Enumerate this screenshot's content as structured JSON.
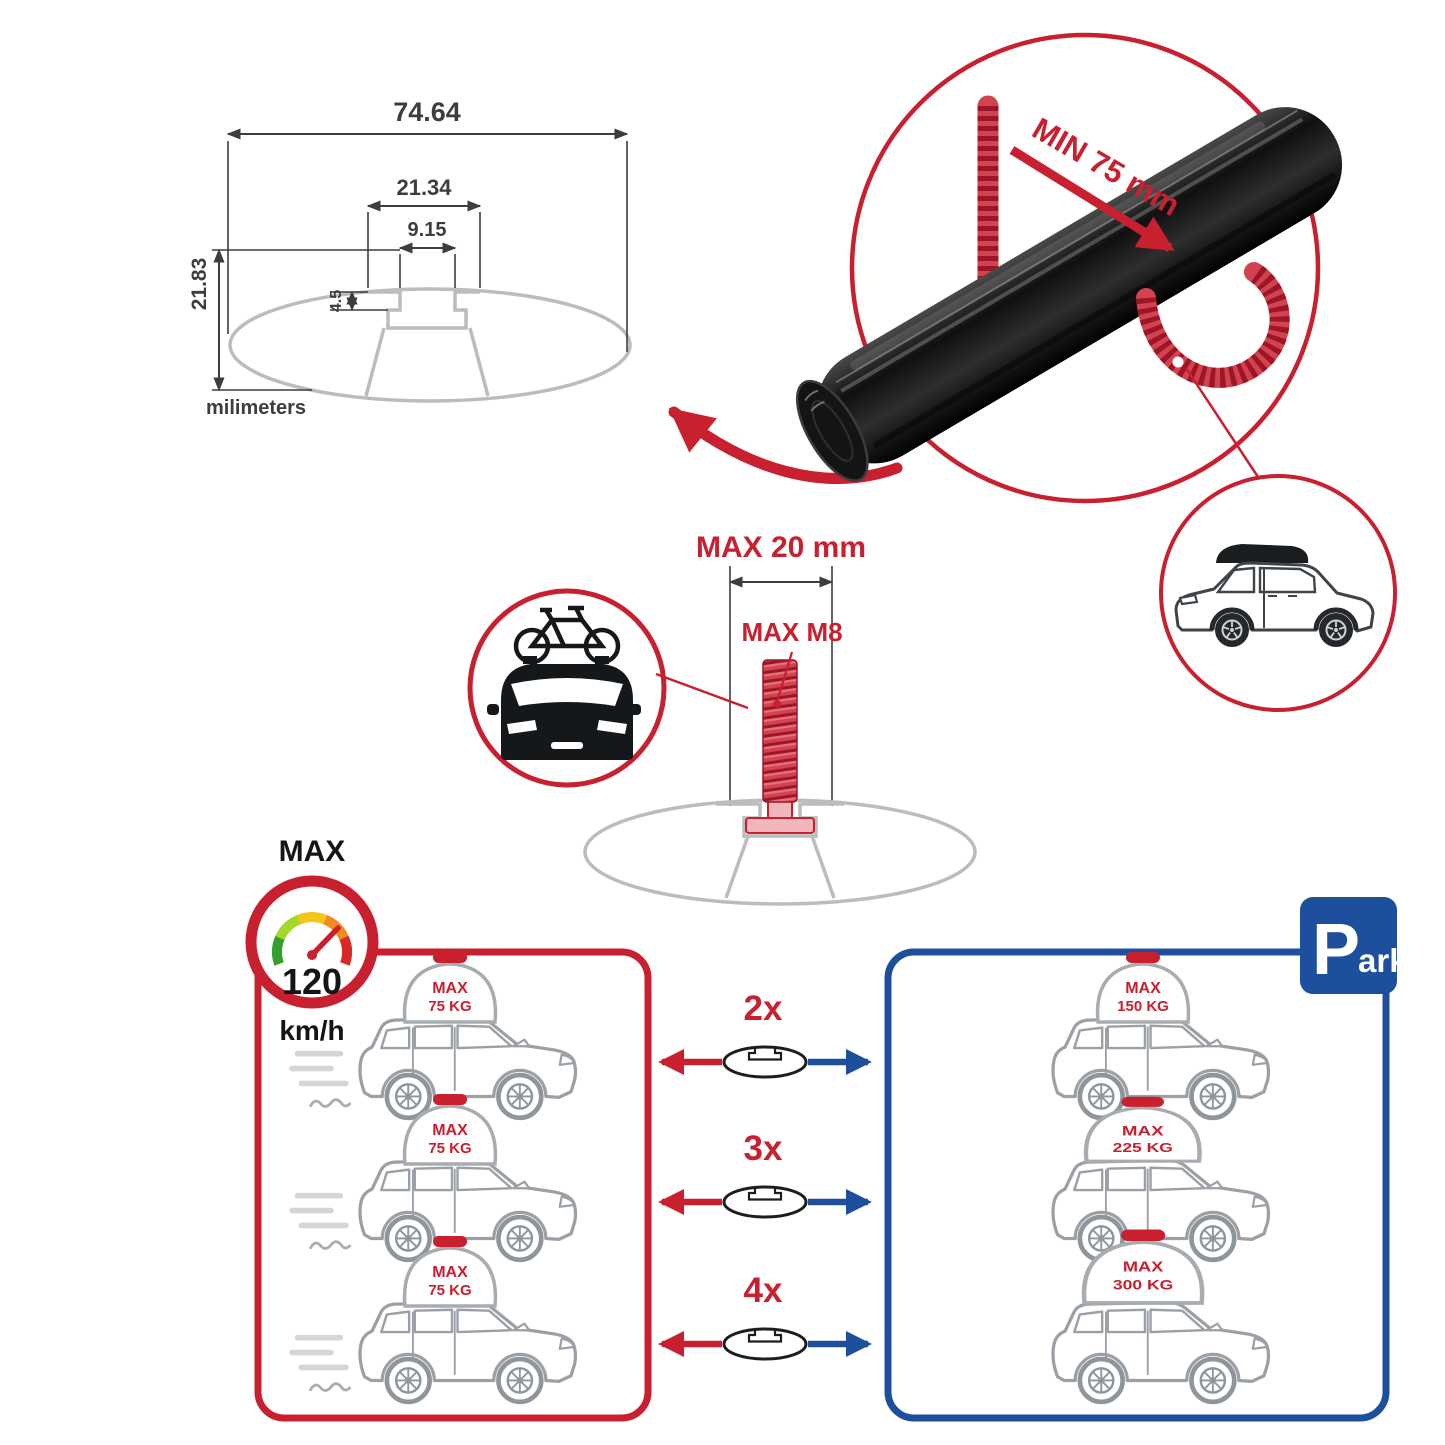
{
  "profile_drawing": {
    "width_total": "74.64",
    "channel_width": "21.34",
    "slot_width": "9.15",
    "lip_depth": "4.5",
    "height_total": "21.83",
    "units_label": "milimeters"
  },
  "clamp": {
    "min_span": "MIN 75 mm"
  },
  "bolt": {
    "max_length": "MAX 20 mm",
    "max_thread": "MAX M8"
  },
  "speed_limit": {
    "label": "MAX",
    "value": "120",
    "unit": "km/h"
  },
  "compat_rows": [
    {
      "multiplier": "2x",
      "driving_load_line1": "MAX",
      "driving_load_line2": "75 KG",
      "parked_load_line1": "MAX",
      "parked_load_line2": "150 KG"
    },
    {
      "multiplier": "3x",
      "driving_load_line1": "MAX",
      "driving_load_line2": "75 KG",
      "parked_load_line1": "MAX",
      "parked_load_line2": "225 KG"
    },
    {
      "multiplier": "4x",
      "driving_load_line1": "MAX",
      "driving_load_line2": "75 KG",
      "parked_load_line1": "MAX",
      "parked_load_line2": "300 KG"
    }
  ],
  "park_sign": {
    "letter": "P",
    "suffix": "ark"
  },
  "colors": {
    "red": "#c8202f",
    "blue": "#1d4f9c",
    "profile_gray": "#bcbcbc",
    "car_gray": "#9aa0a6"
  }
}
